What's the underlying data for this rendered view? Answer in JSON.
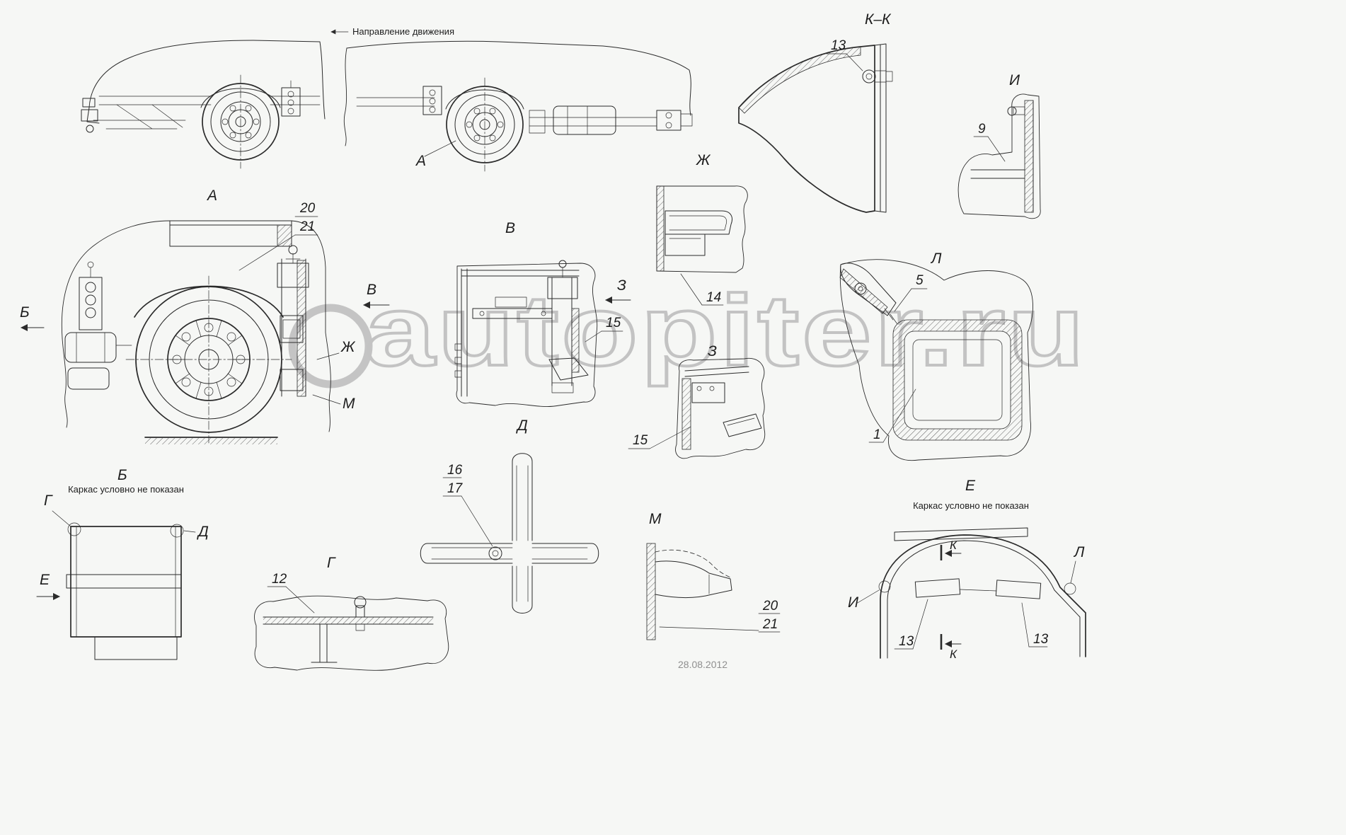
{
  "meta": {
    "direction_label": "Направление движения",
    "frame_note": "Каркас условно не показан",
    "date": "28.08.2012",
    "watermark": "autopiter.ru",
    "line_color": "#2b2b2b",
    "watermark_color": "#c3c3c3",
    "background_color": "#f6f7f5"
  },
  "views": {
    "a": "А",
    "b": "Б",
    "v": "В",
    "g": "Г",
    "d": "Д",
    "e": "Е",
    "zh": "Ж",
    "z": "З",
    "i": "И",
    "kk": "К–К",
    "k": "К",
    "l": "Л",
    "m": "М"
  },
  "parts": {
    "n1": "1",
    "n5": "5",
    "n9": "9",
    "n12": "12",
    "n13": "13",
    "n14": "14",
    "n15": "15",
    "n16": "16",
    "n17": "17",
    "n20": "20",
    "n21": "21"
  }
}
